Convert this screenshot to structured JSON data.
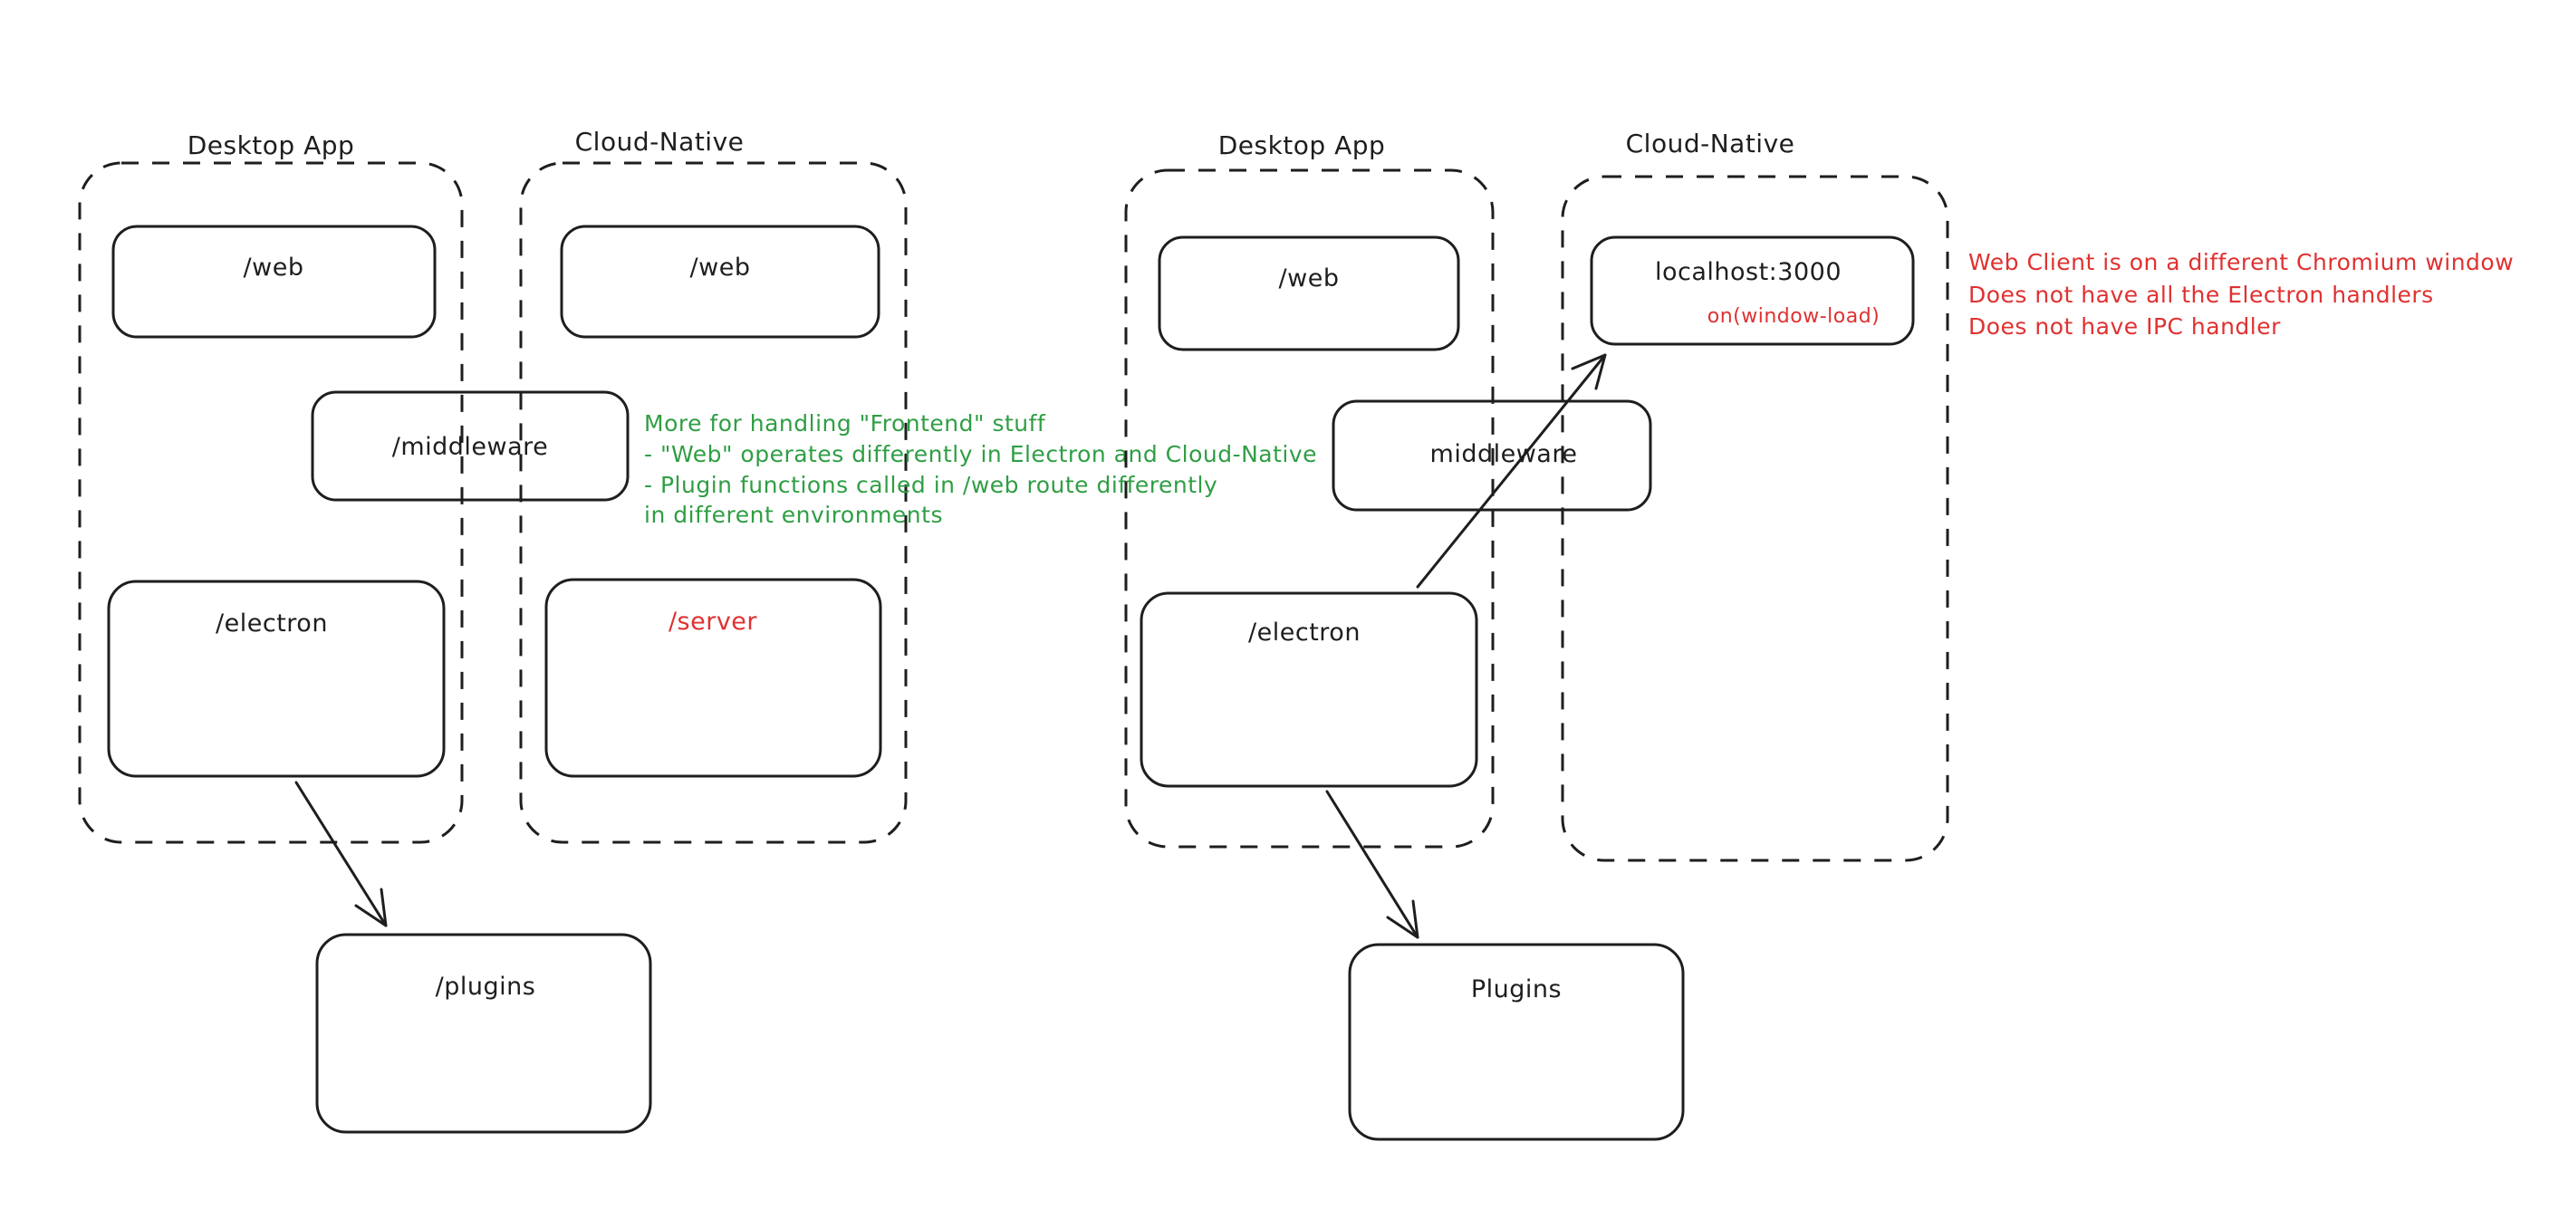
{
  "canvas": {
    "background": "#ffffff",
    "ink_color": "#1e1e1e",
    "green_color": "#2f9e44",
    "red_color": "#e03131"
  },
  "left_diagram": {
    "desktop_container": {
      "label": "Desktop App",
      "web_box": "/web",
      "electron_box": "/electron"
    },
    "cloud_container": {
      "label": "Cloud-Native",
      "web_box": "/web",
      "server_box": "/server"
    },
    "middleware_box": "/middleware",
    "plugins_box": "/plugins",
    "green_note_lines": [
      "More for handling \"Frontend\" stuff",
      "- \"Web\" operates differently in Electron and Cloud-Native",
      "- Plugin functions called in /web route differently",
      "in different environments"
    ]
  },
  "right_diagram": {
    "desktop_container": {
      "label": "Desktop App",
      "web_box": "/web",
      "electron_box": "/electron"
    },
    "cloud_container": {
      "label": "Cloud-Native",
      "localhost_box": "localhost:3000",
      "window_load_handler": "on(window-load)"
    },
    "middleware_box": "middleware",
    "plugins_box": "Plugins",
    "red_note_lines": [
      "Web Client is on a different Chromium window",
      "Does not have all the Electron handlers",
      "Does not have IPC handler"
    ]
  }
}
